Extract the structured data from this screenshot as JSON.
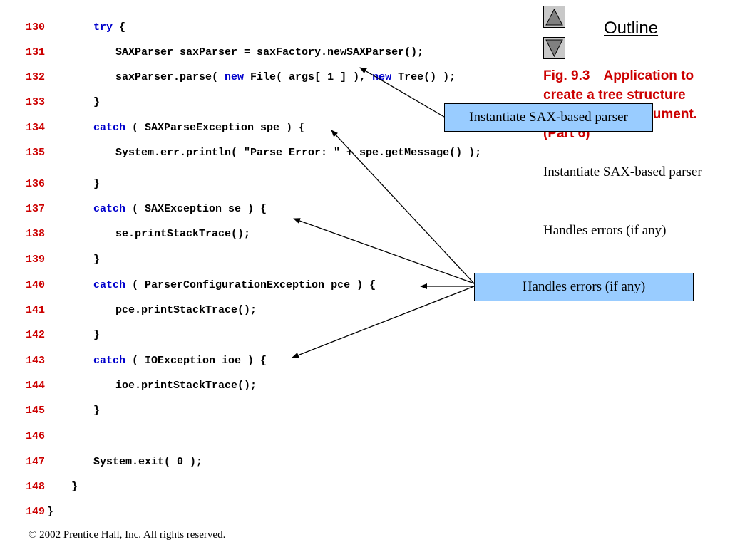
{
  "code_lines": [
    {
      "num": "130",
      "indent": 2,
      "parts": [
        {
          "t": "try",
          "kw": true
        },
        {
          "t": " {"
        }
      ]
    },
    {
      "num": "131",
      "indent": 3,
      "parts": [
        {
          "t": "SAXParser saxParser = saxFactory.newSAXParser();"
        }
      ]
    },
    {
      "num": "132",
      "indent": 3,
      "parts": [
        {
          "t": "saxParser.parse( "
        },
        {
          "t": "new",
          "kw": true
        },
        {
          "t": " File( args[ 1 ] ), "
        },
        {
          "t": "new",
          "kw": true
        },
        {
          "t": " Tree() );"
        }
      ]
    },
    {
      "num": "133",
      "indent": 2,
      "parts": [
        {
          "t": "}"
        }
      ]
    },
    {
      "num": "134",
      "indent": 2,
      "parts": [
        {
          "t": "catch",
          "kw": true
        },
        {
          "t": " ( SAXParseException spe ) {"
        }
      ]
    },
    {
      "num": "135",
      "indent": 3,
      "parts": [
        {
          "t": "System.err.println( \"Parse Error: \" + spe.getMessage() );"
        }
      ]
    },
    {
      "num": "136",
      "indent": 2,
      "parts": [
        {
          "t": "}"
        }
      ]
    },
    {
      "num": "137",
      "indent": 2,
      "parts": [
        {
          "t": "catch",
          "kw": true
        },
        {
          "t": " ( SAXException se ) {"
        }
      ]
    },
    {
      "num": "138",
      "indent": 3,
      "parts": [
        {
          "t": "se.printStackTrace();"
        }
      ]
    },
    {
      "num": "139",
      "indent": 2,
      "parts": [
        {
          "t": "}"
        }
      ]
    },
    {
      "num": "140",
      "indent": 2,
      "parts": [
        {
          "t": "catch",
          "kw": true
        },
        {
          "t": " ( ParserConfigurationException pce ) {"
        }
      ]
    },
    {
      "num": "141",
      "indent": 3,
      "parts": [
        {
          "t": "pce.printStackTrace();"
        }
      ]
    },
    {
      "num": "142",
      "indent": 2,
      "parts": [
        {
          "t": "}"
        }
      ]
    },
    {
      "num": "143",
      "indent": 2,
      "parts": [
        {
          "t": "catch",
          "kw": true
        },
        {
          "t": " ( IOException ioe ) {"
        }
      ]
    },
    {
      "num": "144",
      "indent": 3,
      "parts": [
        {
          "t": "ioe.printStackTrace();"
        }
      ]
    },
    {
      "num": "145",
      "indent": 2,
      "parts": [
        {
          "t": "}"
        }
      ]
    },
    {
      "num": "146",
      "indent": 0,
      "parts": []
    },
    {
      "num": "147",
      "indent": 2,
      "parts": [
        {
          "t": "System.exit( 0 );"
        }
      ]
    },
    {
      "num": "148",
      "indent": 1,
      "parts": [
        {
          "t": "}"
        }
      ]
    },
    {
      "num": "149",
      "indent": 0,
      "parts": [
        {
          "t": "}"
        }
      ]
    }
  ],
  "outline": {
    "label": "Outline",
    "up_icon": "triangle-up-icon",
    "down_icon": "triangle-down-icon"
  },
  "caption": "Fig. 9.3\tApplication to create a tree structure from an XML document. (Part 6)",
  "side_notes": {
    "note1": "Instantiate SAX-based parser",
    "note2": "Handles errors (if any)"
  },
  "callouts": {
    "parser": "Instantiate SAX-based parser",
    "errors": "Handles errors (if any)"
  },
  "copyright": "© 2002 Prentice Hall, Inc.  All rights reserved.",
  "colors": {
    "line_number": "#cc0000",
    "keyword": "#0000cc",
    "caption": "#cc0000",
    "callout_fill": "#99ccff"
  }
}
